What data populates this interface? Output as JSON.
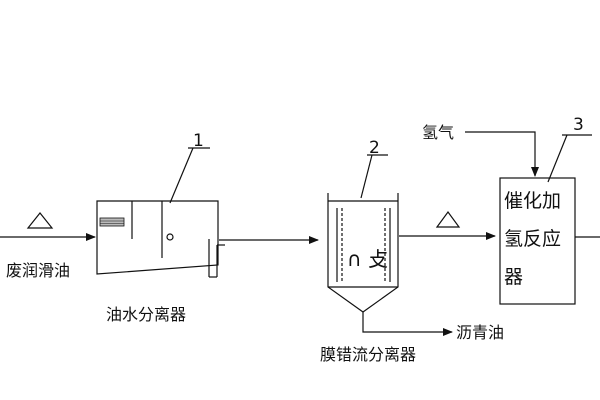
{
  "labels": {
    "feed": "废润滑油",
    "hydrogen": "氢气",
    "unit1_name": "油水分离器",
    "unit2_name": "膜错流分离器",
    "unit2_inner": "∩ 攴",
    "asphalt": "沥青油",
    "reactor_line1": "催化加",
    "reactor_line2": "氢反应",
    "reactor_line3": "器"
  },
  "callouts": {
    "unit1": "1",
    "unit2": "2",
    "reactor": "3"
  },
  "colors": {
    "ink": "#111111",
    "background": "#ffffff"
  }
}
